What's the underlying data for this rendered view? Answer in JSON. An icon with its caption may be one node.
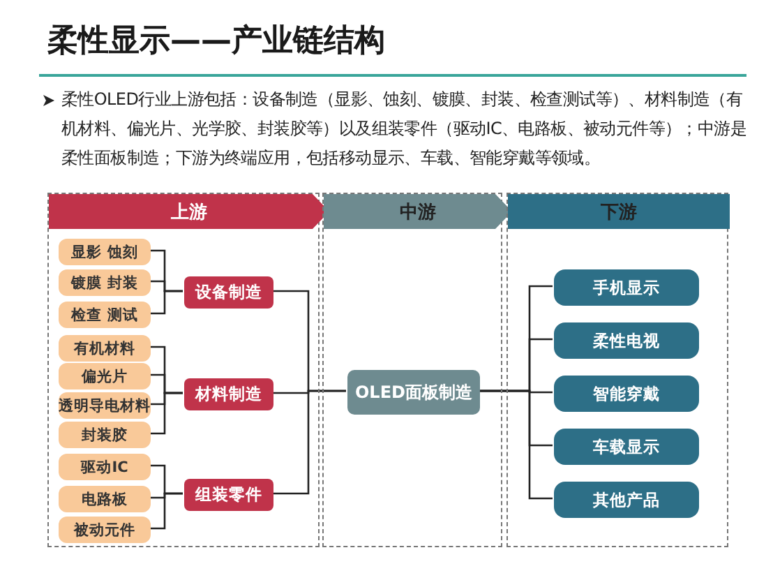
{
  "diagram": {
    "title": "柔性显示——产业链结构",
    "nodes": [
      {
        "text": [
          "上游"
        ]
      },
      {
        "text": [
          "中游"
        ]
      },
      {
        "text": [
          "下游"
        ]
      },
      {
        "text": [
          "显影 蚀刻"
        ],
        "in": 0
      },
      {
        "text": [
          "镀膜 封装"
        ],
        "in": 0
      },
      {
        "text": [
          "检查 测试"
        ],
        "in": 0
      },
      {
        "text": [
          "有机材料"
        ],
        "in": 0
      },
      {
        "text": [
          "偏光片"
        ],
        "in": 0
      },
      {
        "text": [
          "透明导电材料"
        ],
        "in": 0
      },
      {
        "text": [
          "封装胶"
        ],
        "in": 0
      },
      {
        "text": [
          "驱动IC"
        ],
        "in": 0
      },
      {
        "text": [
          "电路板"
        ],
        "in": 0
      },
      {
        "text": [
          "被动元件"
        ],
        "in": 0
      },
      {
        "text": [
          "设备制造"
        ],
        "in": 0
      },
      {
        "text": [
          "材料制造"
        ],
        "in": 0
      },
      {
        "text": [
          "组装零件"
        ],
        "in": 0
      },
      {
        "text": [
          "OLED面板制造"
        ],
        "in": 1
      },
      {
        "text": [
          "手机显示"
        ],
        "in": 2
      },
      {
        "text": [
          "柔性电视"
        ],
        "in": 2
      },
      {
        "text": [
          "智能穿戴"
        ],
        "in": 2
      },
      {
        "text": [
          "车载显示"
        ],
        "in": 2
      },
      {
        "text": [
          "其他产品"
        ],
        "in": 2
      }
    ],
    "edges": [
      {
        "from": 3,
        "to": 13,
        "arrow": "none"
      },
      {
        "from": 4,
        "to": 13,
        "arrow": "none"
      },
      {
        "from": 5,
        "to": 13,
        "arrow": "none"
      },
      {
        "from": 6,
        "to": 14,
        "arrow": "none"
      },
      {
        "from": 7,
        "to": 14,
        "arrow": "none"
      },
      {
        "from": 8,
        "to": 14,
        "arrow": "none"
      },
      {
        "from": 9,
        "to": 14,
        "arrow": "none"
      },
      {
        "from": 10,
        "to": 15,
        "arrow": "none"
      },
      {
        "from": 11,
        "to": 15,
        "arrow": "none"
      },
      {
        "from": 12,
        "to": 15,
        "arrow": "none"
      },
      {
        "from": 13,
        "to": 16,
        "arrow": "none"
      },
      {
        "from": 14,
        "to": 16,
        "arrow": "none"
      },
      {
        "from": 15,
        "to": 16,
        "arrow": "none"
      },
      {
        "from": 16,
        "to": 17,
        "arrow": "none"
      },
      {
        "from": 16,
        "to": 18,
        "arrow": "none"
      },
      {
        "from": 16,
        "to": 19,
        "arrow": "none"
      },
      {
        "from": 16,
        "to": 20,
        "arrow": "none"
      },
      {
        "from": 16,
        "to": 21,
        "arrow": "none"
      }
    ],
    "labels": [
      "柔性OLED行业上游包括：设备制造（显影、蚀刻、镀膜、封装、检查测试等）、材料制造（有机材料、偏光片、光学胶、封装胶等）以及组装零件（驱动IC、电路板、被动元件等）；中游是柔性面板制造；下游为终端应用，包括移动显示、车载、智能穿戴等领域。"
    ]
  }
}
